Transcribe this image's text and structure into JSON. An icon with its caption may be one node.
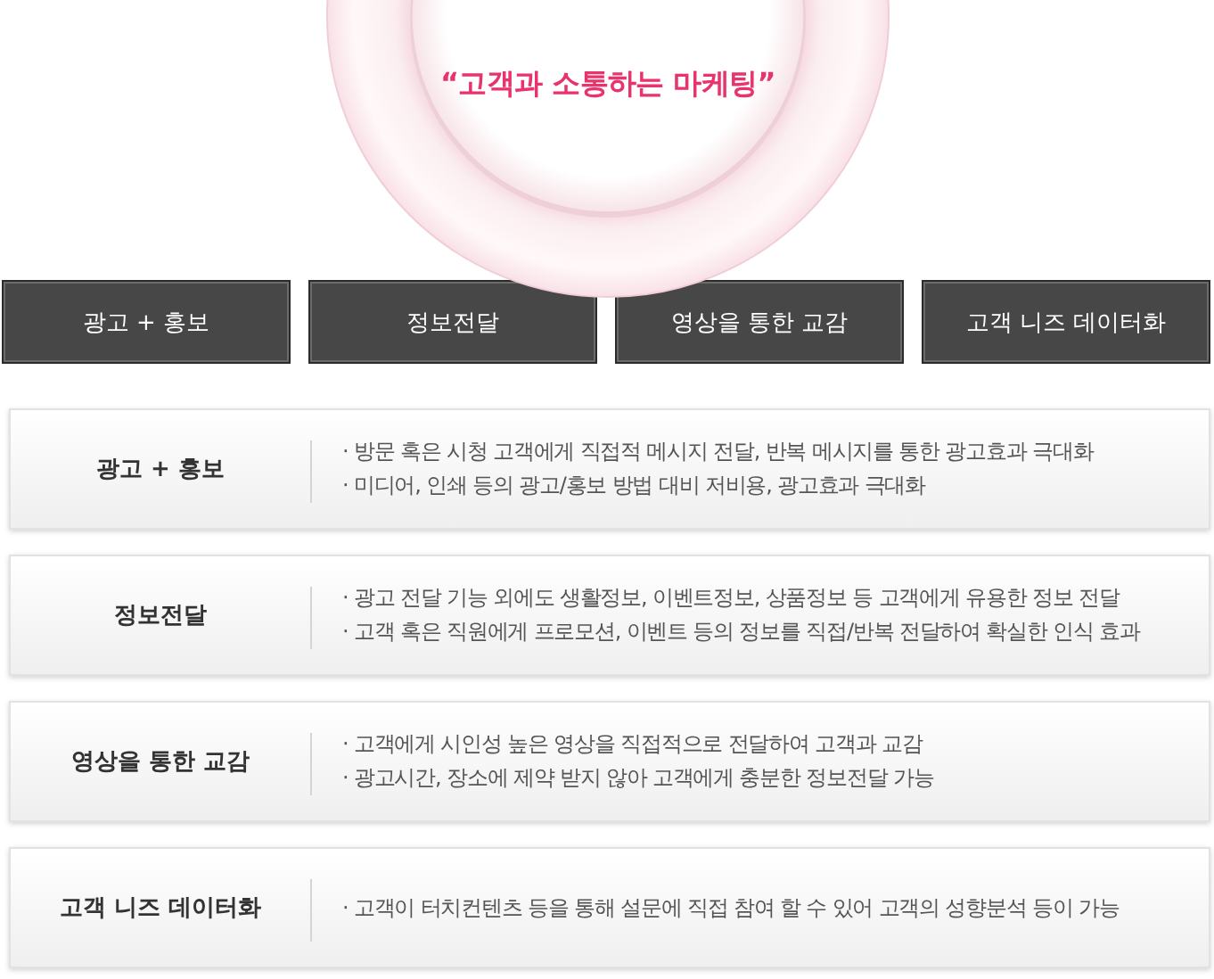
{
  "diagram": {
    "nodes": [
      {
        "text": [
          "“고객과 소통하는 마케팅”"
        ]
      },
      {
        "text": [
          "광고 + 홍보"
        ]
      },
      {
        "text": [
          "정보전달"
        ]
      },
      {
        "text": [
          "영상을 통한 교감"
        ]
      },
      {
        "text": [
          "고객 니즈 데이터화"
        ]
      },
      {
        "text": [
          "광고 + 홍보",
          "· 방문 혹은 시청 고객에게 직접적 메시지 전달, 반복 메시지를 통한 광고효과 극대화",
          "· 미디어, 인쇄 등의 광고/홍보 방법 대비 저비용, 광고효과 극대화"
        ]
      },
      {
        "text": [
          "정보전달",
          "· 광고 전달 기능 외에도 생활정보, 이벤트정보, 상품정보 등 고객에게 유용한 정보 전달",
          "· 고객 혹은 직원에게 프로모션, 이벤트 등의 정보를 직접/반복 전달하여 확실한 인식 효과"
        ]
      },
      {
        "text": [
          "영상을 통한 교감",
          "· 고객에게 시인성 높은 영상을 직접적으로 전달하여 고객과 교감",
          "· 광고시간, 장소에 제약 받지 않아 고객에게 충분한 정보전달 가능"
        ]
      },
      {
        "text": [
          "고객 니즈 데이터화",
          "· 고객이 터치컨텐츠 등을 통해 설문에 직접 참여 할 수 있어 고객의 성향분석 등이 가능"
        ]
      }
    ]
  }
}
